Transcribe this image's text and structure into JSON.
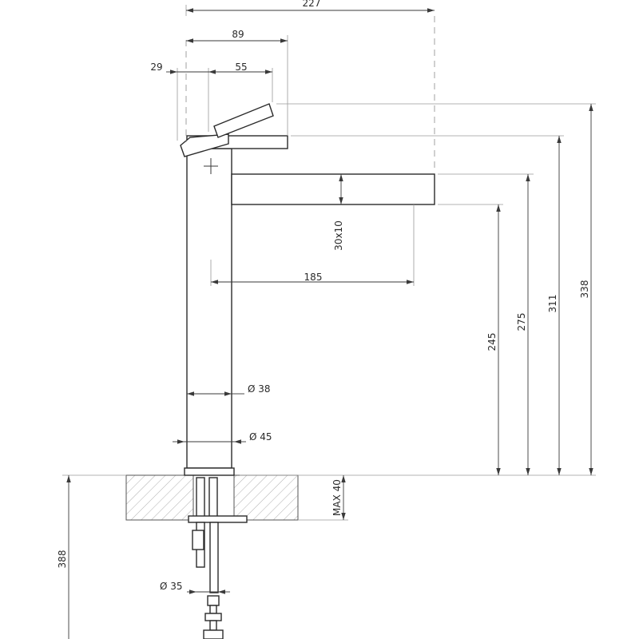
{
  "dimensions": {
    "overall_width": "227",
    "lever_reach": "89",
    "lever_offset": "29",
    "lever_length": "55",
    "spout_section": "30x10",
    "spout_reach": "185",
    "spout_height": "245",
    "spout_top_height": "275",
    "body_top_height": "311",
    "lever_top_height": "338",
    "body_diameter": "Ø 38",
    "base_diameter": "Ø 45",
    "deck_thickness": "MAX 40",
    "hose_length": "388",
    "shank_diameter": "Ø 35"
  }
}
